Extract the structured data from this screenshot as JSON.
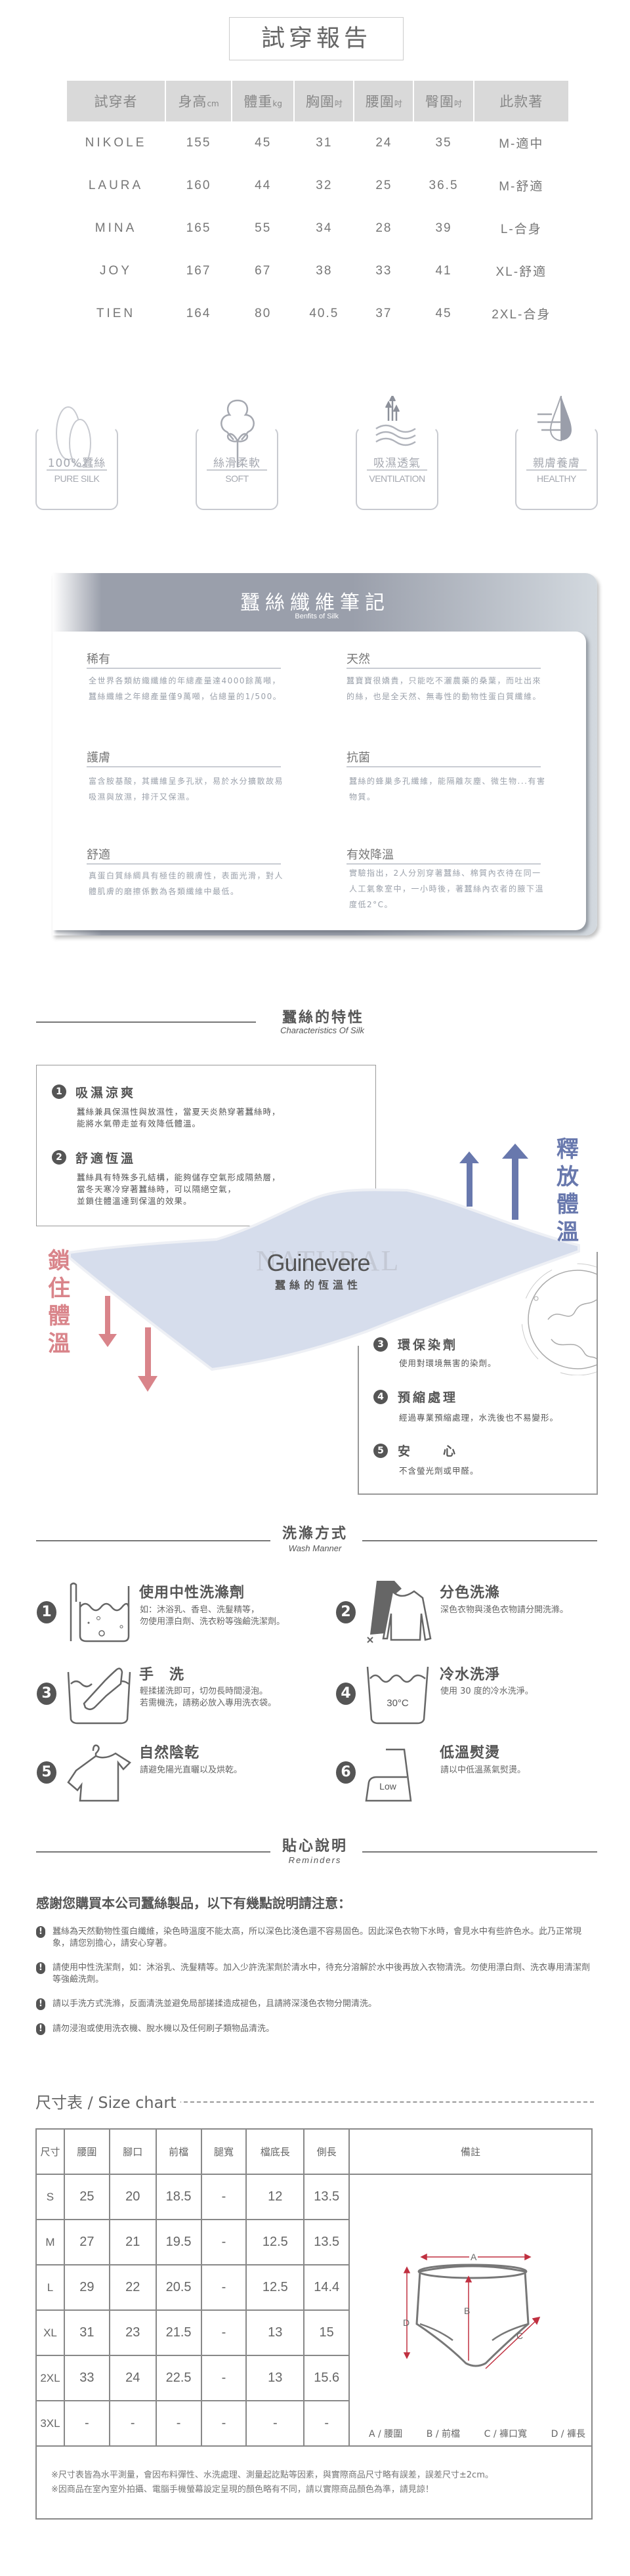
{
  "report": {
    "title": "試穿報告",
    "headers": [
      {
        "main": "試穿者",
        "unit": ""
      },
      {
        "main": "身高",
        "unit": "cm"
      },
      {
        "main": "體重",
        "unit": "kg"
      },
      {
        "main": "胸圍",
        "unit": "吋"
      },
      {
        "main": "腰圍",
        "unit": "吋"
      },
      {
        "main": "臀圍",
        "unit": "吋"
      },
      {
        "main": "此款著",
        "unit": ""
      }
    ],
    "rows": [
      [
        "NIKOLE",
        "155",
        "45",
        "31",
        "24",
        "35",
        "M-適中"
      ],
      [
        "LAURA",
        "160",
        "44",
        "32",
        "25",
        "36.5",
        "M-舒適"
      ],
      [
        "MINA",
        "165",
        "55",
        "34",
        "28",
        "39",
        "L-合身"
      ],
      [
        "JOY",
        "167",
        "67",
        "38",
        "33",
        "41",
        "XL-舒適"
      ],
      [
        "TIEN",
        "164",
        "80",
        "40.5",
        "37",
        "45",
        "2XL-合身"
      ]
    ]
  },
  "features": [
    {
      "cn": "100%蠶絲",
      "en": "PURE SILK",
      "icon": "cocoon-icon"
    },
    {
      "cn": "絲滑柔軟",
      "en": "SOFT",
      "icon": "cotton-flower-icon"
    },
    {
      "cn": "吸濕透氣",
      "en": "VENTILATION",
      "icon": "airflow-icon"
    },
    {
      "cn": "親膚養膚",
      "en": "HEALTHY",
      "icon": "water-drop-icon"
    }
  ],
  "notes": {
    "title": "蠶絲纖維筆記",
    "subtitle": "Benfits of Silk",
    "items": [
      {
        "title": "稀有",
        "text": "全世界各類紡織纖維的年總產量達4000餘萬噸，蠶絲纖維之年總產量僅9萬噸，佔總量的1/500。"
      },
      {
        "title": "天然",
        "text": "蠶寶寶很嬌貴，只能吃不灑農藥的桑葉，而吐出來的絲，也是全天然、無毒性的動物性蛋白質纖維。"
      },
      {
        "title": "護膚",
        "text": "富含胺基酸，其纖維呈多孔狀，易於水分擴散故易吸濕與放濕，排汗又保濕。"
      },
      {
        "title": "抗菌",
        "text": "蠶絲的蜂巢多孔纖維，能隔離灰塵、微生物...有害物質。"
      },
      {
        "title": "舒適",
        "text": "真蛋白質絲綢具有極佳的親膚性，表面光滑，對人體肌膚的磨擦係數為各類纖維中最低。"
      },
      {
        "title": "有效降溫",
        "text": "實驗指出，2人分別穿著蠶絲、棉質內衣待在同一人工氣象室中，一小時後，著蠶絲內衣者的腋下溫度低2°C。"
      }
    ]
  },
  "characteristics": {
    "title": "蠶絲的特性",
    "subtitle": "Characteristics Of Silk",
    "release_label": "釋放體溫",
    "lock_label": "鎖住體溫",
    "logo_brand": "Guinevere",
    "logo_watermark": "NATURAL",
    "logo_caption": "蠶絲的恆溫性",
    "colors": {
      "release": "#6878ad",
      "lock": "#d9848a",
      "sheet": "#d6ddec"
    },
    "items": [
      {
        "num": "1",
        "title": "吸濕涼爽",
        "text": "蠶絲兼具保濕性與放濕性，當夏天炎熱穿著蠶絲時，\n能將水氣帶走並有效降低體溫。"
      },
      {
        "num": "2",
        "title": "舒適恆溫",
        "text": "蠶絲具有特殊多孔結構，能夠儲存空氣形成隔熱層，\n當冬天寒冷穿著蠶絲時，可以隔絕空氣，\n並鎖住體溫達到保溫的效果。"
      },
      {
        "num": "3",
        "title": "環保染劑",
        "text": "使用對環境無害的染劑。"
      },
      {
        "num": "4",
        "title": "預縮處理",
        "text": "經過專業預縮處理，水洗後也不易變形。"
      },
      {
        "num": "5",
        "title": "安　　心",
        "text": "不含螢光劑或甲醛。"
      }
    ]
  },
  "wash": {
    "title": "洗滌方式",
    "subtitle": "Wash Manner",
    "items": [
      {
        "num": "1",
        "title": "使用中性洗滌劑",
        "text": "如：沐浴乳、香皂、洗髮精等，\n勿使用漂白劑、洗衣粉等強鹼洗潔劑。"
      },
      {
        "num": "2",
        "title": "分色洗滌",
        "text": "深色衣物與淺色衣物請分開洗滌。"
      },
      {
        "num": "3",
        "title": "手　洗",
        "text": "輕揉搓洗即可，切勿長時間浸泡。\n若需機洗，請務必放入專用洗衣袋。"
      },
      {
        "num": "4",
        "title": "冷水洗淨",
        "text": "使用 30 度的冷水洗淨。",
        "icon_label": "30°C"
      },
      {
        "num": "5",
        "title": "自然陰乾",
        "text": "請避免陽光直曬以及烘乾。"
      },
      {
        "num": "6",
        "title": "低溫熨燙",
        "text": "請以中低溫蒸氣熨燙。",
        "icon_label": "Low"
      }
    ]
  },
  "reminders": {
    "title": "貼心說明",
    "subtitle": "Reminders",
    "intro": "感謝您購買本公司蠶絲製品，以下有幾點說明請注意：",
    "items": [
      "蠶絲為天然動物性蛋白纖維，染色時溫度不能太高，所以深色比淺色還不容易固色。因此深色衣物下水時，會見水中有些許色水。此乃正常現象，請您別擔心，請安心穿著。",
      "請使用中性洗潔劑，如：沐浴乳、洗髮精等。加入少許洗潔劑於清水中，待充分溶解於水中後再放入衣物清洗。勿使用漂白劑、洗衣專用清潔劑等強鹼洗劑。",
      "請以手洗方式洗滌，反面清洗並避免局部搓揉造成褪色，且請將深淺色衣物分開清洗。",
      "請勿浸泡或使用洗衣機、脫水機以及任何刷子類物品清洗。"
    ]
  },
  "size_chart": {
    "title": "尺寸表 / Size chart",
    "headers": [
      "尺寸",
      "腰圍",
      "腳口",
      "前檔",
      "腿寬",
      "檔底長",
      "側長",
      "備註"
    ],
    "rows": [
      [
        "S",
        "25",
        "20",
        "18.5",
        "-",
        "12",
        "13.5"
      ],
      [
        "M",
        "27",
        "21",
        "19.5",
        "-",
        "12.5",
        "13.5"
      ],
      [
        "L",
        "29",
        "22",
        "20.5",
        "-",
        "12.5",
        "14.4"
      ],
      [
        "XL",
        "31",
        "23",
        "21.5",
        "-",
        "13",
        "15"
      ],
      [
        "2XL",
        "33",
        "24",
        "22.5",
        "-",
        "13",
        "15.6"
      ],
      [
        "3XL",
        "-",
        "-",
        "-",
        "-",
        "-",
        "-"
      ]
    ],
    "diagram_labels": {
      "a": "A",
      "b": "B",
      "c": "C",
      "d": "D"
    },
    "legend": [
      "A / 腰圍",
      "B / 前檔",
      "C / 褲口寬",
      "D / 褲長"
    ],
    "notes": [
      "※尺寸表皆為水平測量，會因布料彈性、水洗處理、測量起訖點等因素，與實際商品尺寸略有誤差，誤差尺寸±2cm。",
      "※因商品在室內室外拍攝、電腦手機螢幕設定呈現的顏色略有不同，請以實際商品顏色為準，請見諒！"
    ]
  }
}
